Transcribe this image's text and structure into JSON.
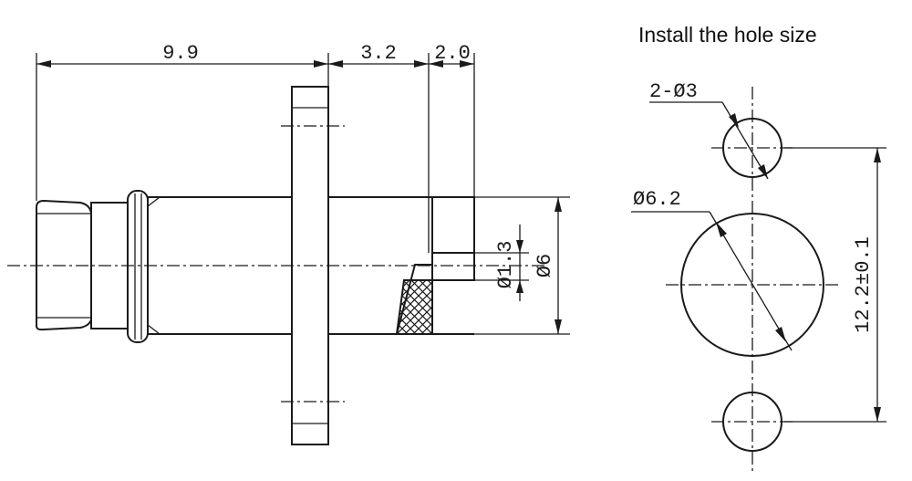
{
  "title": "Install the hole size",
  "connector": {
    "dim_length": "9.9",
    "dim_flange_to_step": "3.2",
    "dim_step": "2.0",
    "dim_pin": "Ø1.3",
    "dim_body": "Ø6"
  },
  "hole_pattern": {
    "small_holes": "2-Ø3",
    "center_hole": "Ø6.2",
    "spacing": "12.2±0.1"
  }
}
